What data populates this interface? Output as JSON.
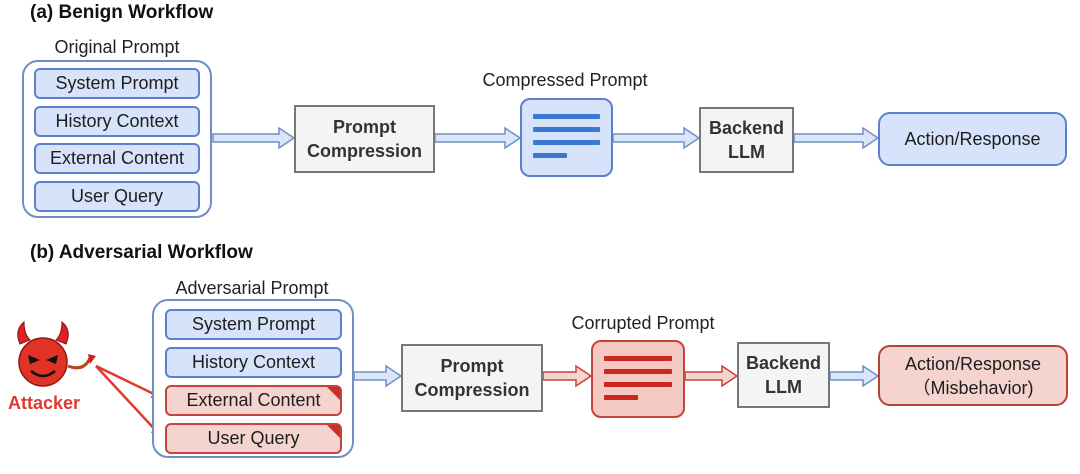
{
  "benign": {
    "title": "(a) Benign Workflow",
    "original_prompt_caption": "Original Prompt",
    "items": [
      "System Prompt",
      "History Context",
      "External Content",
      "User Query"
    ],
    "compression_line1": "Prompt",
    "compression_line2": "Compression",
    "compressed_caption": "Compressed Prompt",
    "llm_line1": "Backend",
    "llm_line2": "LLM",
    "response": "Action/Response"
  },
  "adversarial": {
    "title": "(b) Adversarial Workflow",
    "adversarial_prompt_caption": "Adversarial Prompt",
    "items": [
      "System Prompt",
      "History Context",
      "External Content",
      "User Query"
    ],
    "compression_line1": "Prompt",
    "compression_line2": "Compression",
    "corrupted_caption": "Corrupted Prompt",
    "llm_line1": "Backend",
    "llm_line2": "LLM",
    "response_line1": "Action/Response",
    "response_line2": "（Misbehavior)",
    "attacker_label": "Attacker"
  },
  "colors": {
    "benign_fill": "#d6e3fb",
    "benign_border": "#5c7fcf",
    "adversarial_fill": "#f5d3cf",
    "adversarial_border": "#c8433a",
    "attacker_red": "#e03a30"
  }
}
